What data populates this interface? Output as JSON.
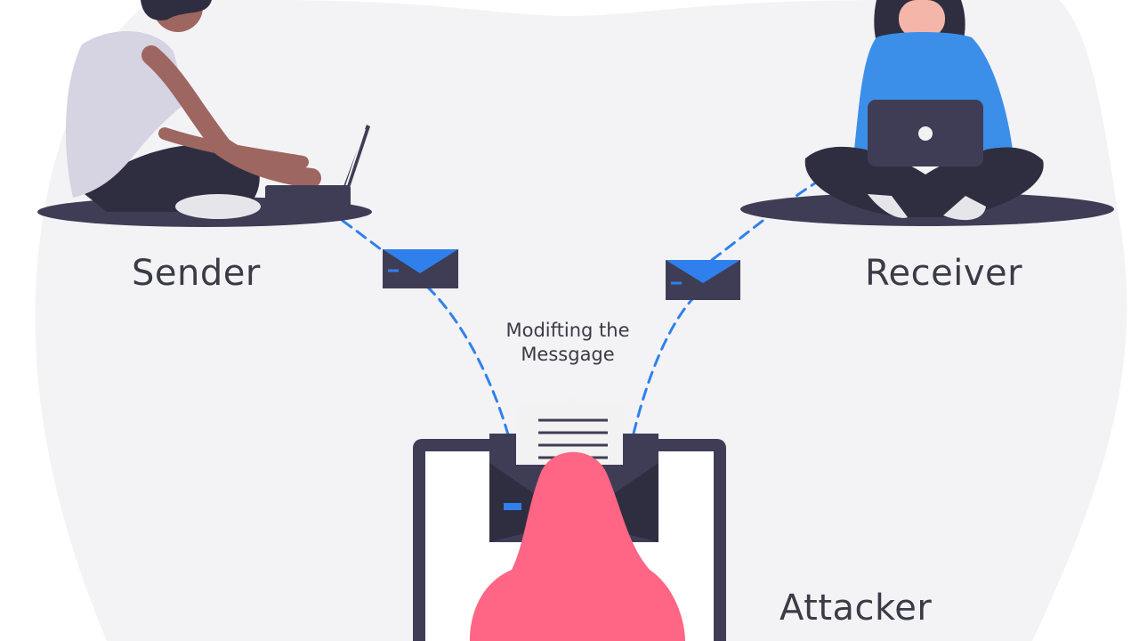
{
  "labels": {
    "sender": "Sender",
    "receiver": "Receiver",
    "attacker": "Attacker",
    "modify_line1": "Modifting the",
    "modify_line2": "Messgage"
  },
  "colors": {
    "background_blob": "#f3f3f5",
    "dark": "#3f3d56",
    "accent_blue": "#2f80ed",
    "receiver_shirt": "#3b8fe8",
    "attacker_hood": "#ff6584",
    "skin_sender": "#9e6660",
    "skin_receiver": "#f4b6a8",
    "sender_shirt": "#d6d3e2",
    "paper": "#f2f2f2",
    "text": "#3b3b47"
  },
  "icons": [
    "envelope-icon",
    "envelope-icon",
    "document-icon",
    "laptop-icon"
  ]
}
